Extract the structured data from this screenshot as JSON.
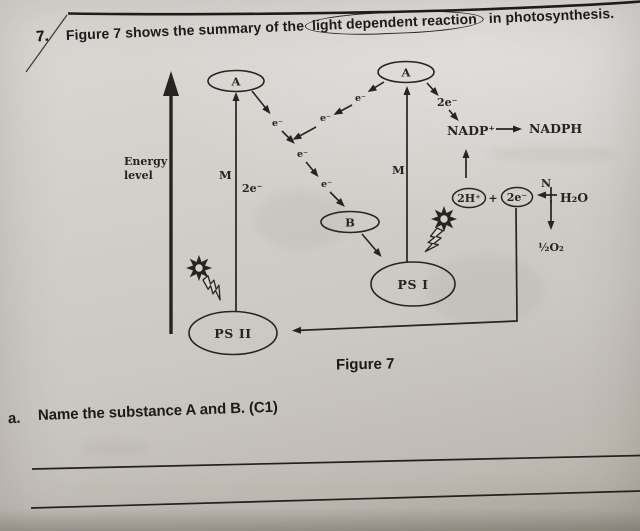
{
  "header": {
    "question_number": "7.",
    "title_prefix": "Figure 7 shows the summary of the",
    "title_circled": "light dependent reaction",
    "title_suffix": "in photosynthesis."
  },
  "diagram": {
    "axis_label": {
      "line1": "Energy",
      "line2": "level"
    },
    "nodes": {
      "a_left": "A",
      "a_right": "A",
      "b": "B",
      "ps2": "PS II",
      "ps1": "PS I"
    },
    "labels": {
      "m_left": "M",
      "m_right": "M",
      "two_e_left": "2e⁻",
      "two_e_right": "2e⁻",
      "electron": "e⁻",
      "nadp": "NADP⁺",
      "nadph": "NADPH",
      "two_h_plus": "2H⁺",
      "plus": "+",
      "two_e_water": "2e⁻",
      "n": "N",
      "water": "H₂O",
      "half_oxygen": "½O₂"
    },
    "caption": "Figure 7"
  },
  "question_a": {
    "label": "a.",
    "text": "Name the substance A and B. (C1)"
  },
  "colors": {
    "ink": "#262320",
    "paper_light": "#d9d6d2",
    "paper_dark": "#aca69d"
  }
}
